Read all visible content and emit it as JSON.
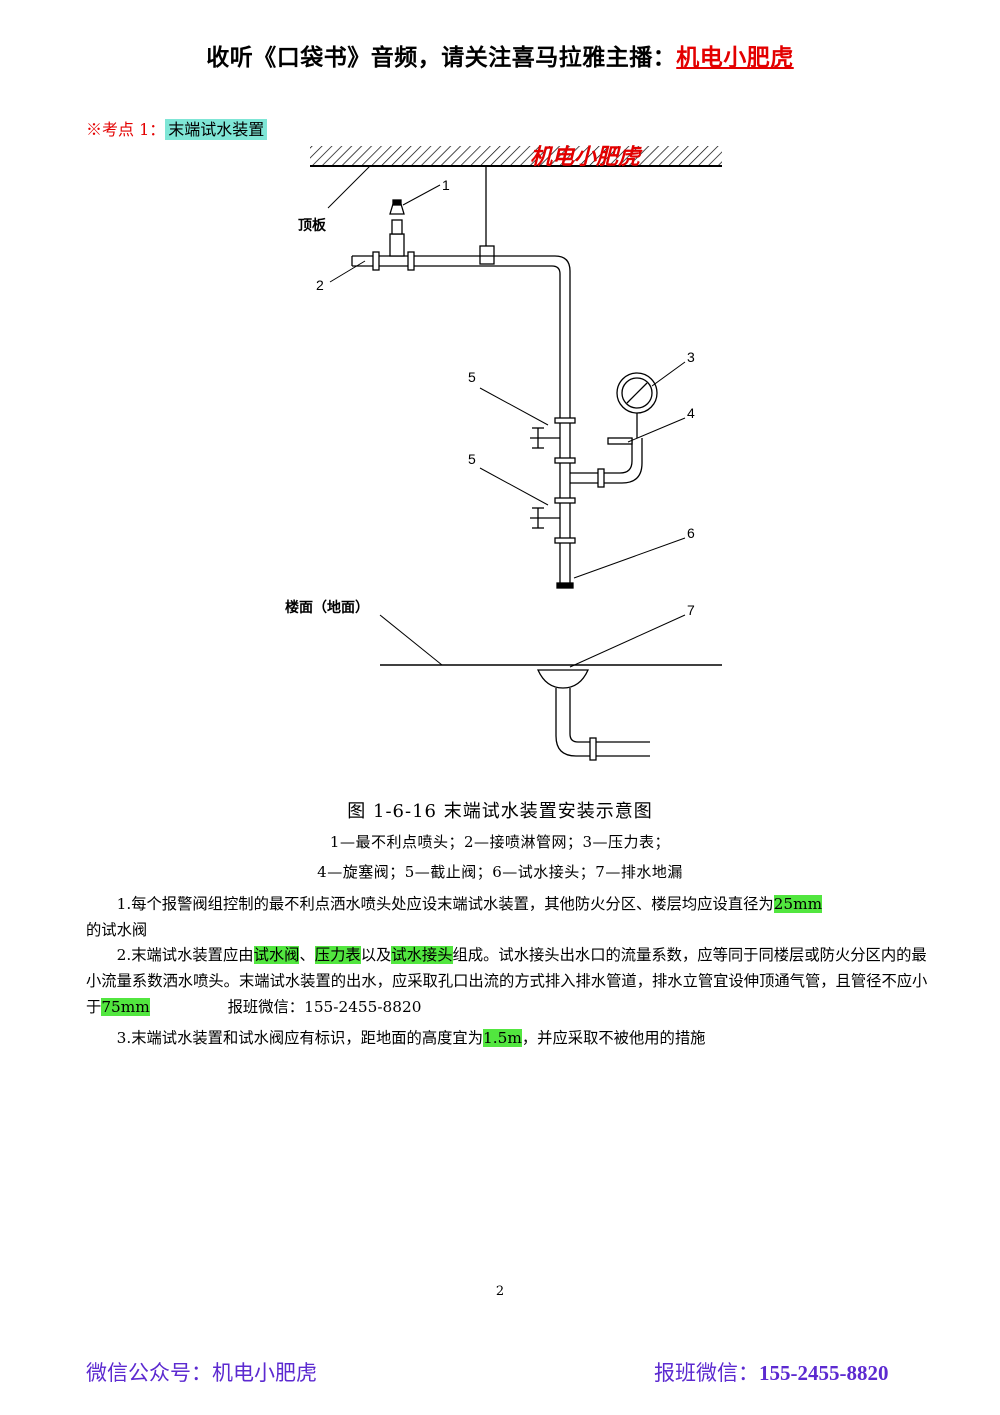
{
  "header": {
    "prefix": "收听《口袋书》音频，请关注喜马拉雅主播：",
    "brand": "机电小肥虎"
  },
  "section": {
    "marker": "※考点 1：",
    "topic": "末端试水装置"
  },
  "diagram": {
    "watermark": "机电小肥虎",
    "label_ceiling": "顶板",
    "label_floor": "楼面（地面）",
    "callouts": [
      "1",
      "2",
      "3",
      "4",
      "5",
      "5",
      "6",
      "7"
    ]
  },
  "caption": {
    "title": "图 1-6-16   末端试水装置安装示意图",
    "legend_line1": "1—最不利点喷头；2—接喷淋管网；3—压力表；",
    "legend_line2": "4—旋塞阀；5—截止阀；6—试水接头；7—排水地漏"
  },
  "paragraphs": {
    "p1": {
      "text": "1.每个报警阀组控制的最不利点洒水喷头处应设末端试水装置，其他防火分区、楼层均应设直径为",
      "hl": "25mm",
      "tail": "的试水阀"
    },
    "p2": {
      "a": "2.末端试水装置应由",
      "hl1": "试水阀",
      "b": "、",
      "hl2": "压力表",
      "c": "以及",
      "hl3": "试水接头",
      "d": "组成。试水接头出水口的流量系数，应等同于同楼层或防火分区内的最小流量系数洒水喷头。末端试水装置的出水，应采取孔口出流的方式排入排水管道，排水立管宜设伸顶通气管，且管径不应小于",
      "hl4": "75mm",
      "gap": "                ",
      "e": "报班微信：155-2455-8820"
    },
    "p3": {
      "a": "3.末端试水装置和试水阀应有标识，距地面的高度宜为",
      "hl": "1.5m",
      "b": "，并应采取不被他用的措施"
    }
  },
  "page_number": "2",
  "footer": {
    "left": "微信公众号：机电小肥虎",
    "right_label": "报班微信：",
    "right_number": "155-2455-8820"
  },
  "colors": {
    "brand_red": "#e30000",
    "footer_purple": "#5c2ad0",
    "highlight_green": "#52e63f",
    "highlight_teal": "#7fe6d6"
  }
}
